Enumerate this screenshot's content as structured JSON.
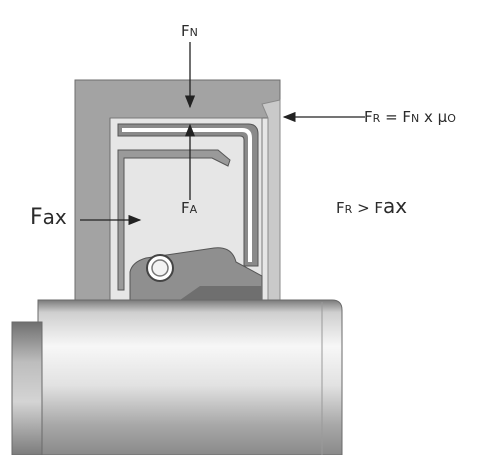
{
  "labels": {
    "fn": {
      "main": "F",
      "sub": "N"
    },
    "fa": {
      "main": "F",
      "sub": "A"
    },
    "fax": {
      "main": "F",
      "sub": "ax"
    },
    "fr_eq": {
      "main": "F",
      "sub": "R",
      "mid": " = F",
      "sub2": "N",
      "tail": " x μ",
      "sub3": "O"
    },
    "fr_gt": {
      "main": "F",
      "sub": "R",
      "mid": " > F",
      "sub2": "ax"
    }
  },
  "colors": {
    "housing": "#9a9a9a",
    "seal_metal": "#7e7e7e",
    "shaft_light": "#f4f4f4",
    "shaft_dark": "#8c8c8c",
    "arrow": "#222222",
    "text": "#2b2b2b"
  }
}
